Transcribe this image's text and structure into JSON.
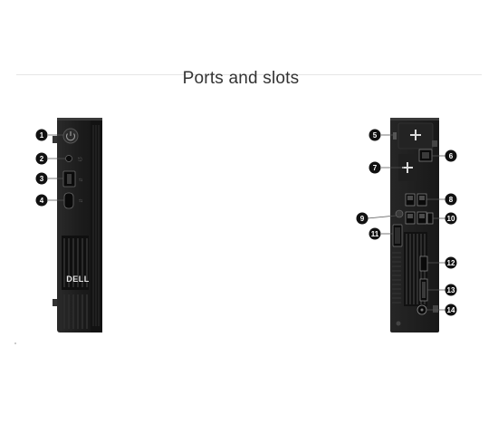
{
  "page": {
    "title": "Ports and slots",
    "brand_logo": "DELL"
  },
  "front_view": {
    "callouts": [
      {
        "number": "1",
        "icon": "power-button-icon"
      },
      {
        "number": "2",
        "icon": "headset-jack-icon"
      },
      {
        "number": "3",
        "icon": "usb-a-port-icon"
      },
      {
        "number": "4",
        "icon": "usb-c-port-icon"
      }
    ]
  },
  "rear_view": {
    "callouts": [
      {
        "number": "5",
        "icon": "antenna-connector-icon"
      },
      {
        "number": "6",
        "icon": "ethernet-port-icon"
      },
      {
        "number": "7",
        "icon": "optional-port-icon"
      },
      {
        "number": "8",
        "icon": "usb-a-port-icon"
      },
      {
        "number": "9",
        "icon": "antenna-connector-icon"
      },
      {
        "number": "10",
        "icon": "displayport-icon"
      },
      {
        "number": "11",
        "icon": "video-port-icon"
      },
      {
        "number": "12",
        "icon": "hdmi-port-icon"
      },
      {
        "number": "13",
        "icon": "usb-a-port-icon"
      },
      {
        "number": "14",
        "icon": "power-connector-icon"
      }
    ]
  },
  "colors": {
    "chassis": "#1a1a1a",
    "chassis_edge": "#3a3a3a",
    "callout_fill": "#111111",
    "callout_text": "#ffffff",
    "leader_line": "#555555"
  }
}
